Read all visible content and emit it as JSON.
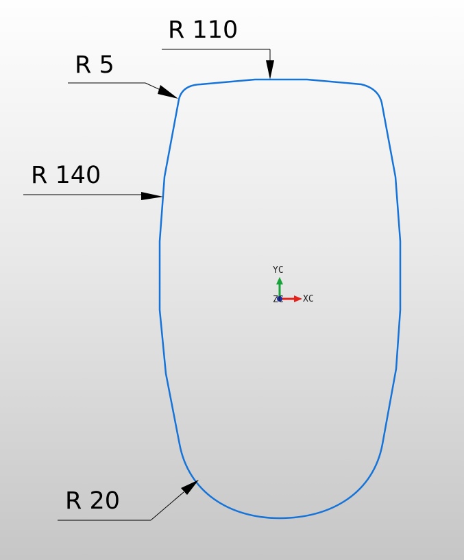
{
  "dimensions": {
    "top_radius": "R 110",
    "corner_radius": "R 5",
    "side_radius": "R 140",
    "bottom_radius": "R 20"
  },
  "triad": {
    "y_label": "YC",
    "x_label": "XC",
    "z_label": "ZC"
  },
  "colors": {
    "profile": "#1673d8",
    "leader": "#000000",
    "x_axis": "#e3231b",
    "y_axis": "#17a33a",
    "z_axis": "#1b2fae"
  }
}
